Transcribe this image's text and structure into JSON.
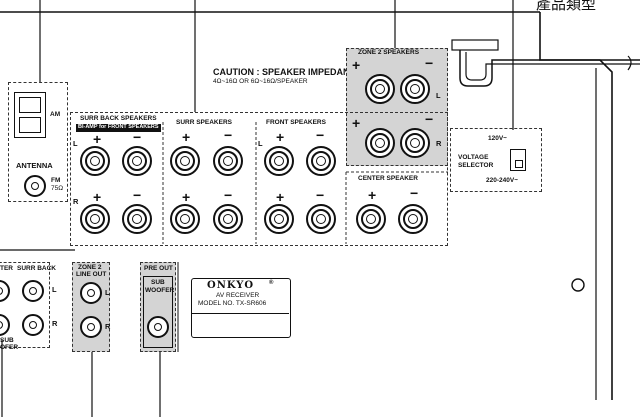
{
  "top_label": "產品類型",
  "caution": {
    "line1": "CAUTION : SPEAKER IMPEDANCE",
    "line2": "4Ω~16Ω OR 6Ω~16Ω/SPEAKER"
  },
  "zone2_speakers": {
    "title": "ZONE 2 SPEAKERS",
    "left": "L",
    "right": "R"
  },
  "surr_back": {
    "title": "SURR BACK SPEAKERS",
    "subtitle": "BI-AMP for FRONT SPEAKERS",
    "left": "L",
    "right": "R"
  },
  "surr": {
    "title": "SURR SPEAKERS"
  },
  "front": {
    "title": "FRONT SPEAKERS",
    "left": "L"
  },
  "center": {
    "title": "CENTER SPEAKER"
  },
  "signs": {
    "plus": "+",
    "minus": "−"
  },
  "voltage": {
    "v120": "120V~",
    "label1": "VOLTAGE",
    "label2": "SELECTOR",
    "v220": "220-240V~"
  },
  "antenna": {
    "am": "AM",
    "title": "ANTENNA",
    "fm1": "FM",
    "fm2": "75Ω"
  },
  "zone2_line_out": {
    "line1": "ZONE 2",
    "line2": "LINE OUT",
    "left": "L",
    "right": "R"
  },
  "pre_out": {
    "title": "PRE OUT",
    "sub1": "SUB",
    "sub2": "WOOFER"
  },
  "left_partial": {
    "col1": "TER",
    "col2": "SURR BACK",
    "left": "L",
    "right": "R",
    "sub": "SUB",
    "sub2": "OFER"
  },
  "badge": {
    "brand": "ONKYO",
    "reg": "®",
    "line1": "AV RECEIVER",
    "line2": "MODEL NO. TX-SR606"
  },
  "colors": {
    "line": "#111111",
    "shade": "#d4d4d4"
  }
}
